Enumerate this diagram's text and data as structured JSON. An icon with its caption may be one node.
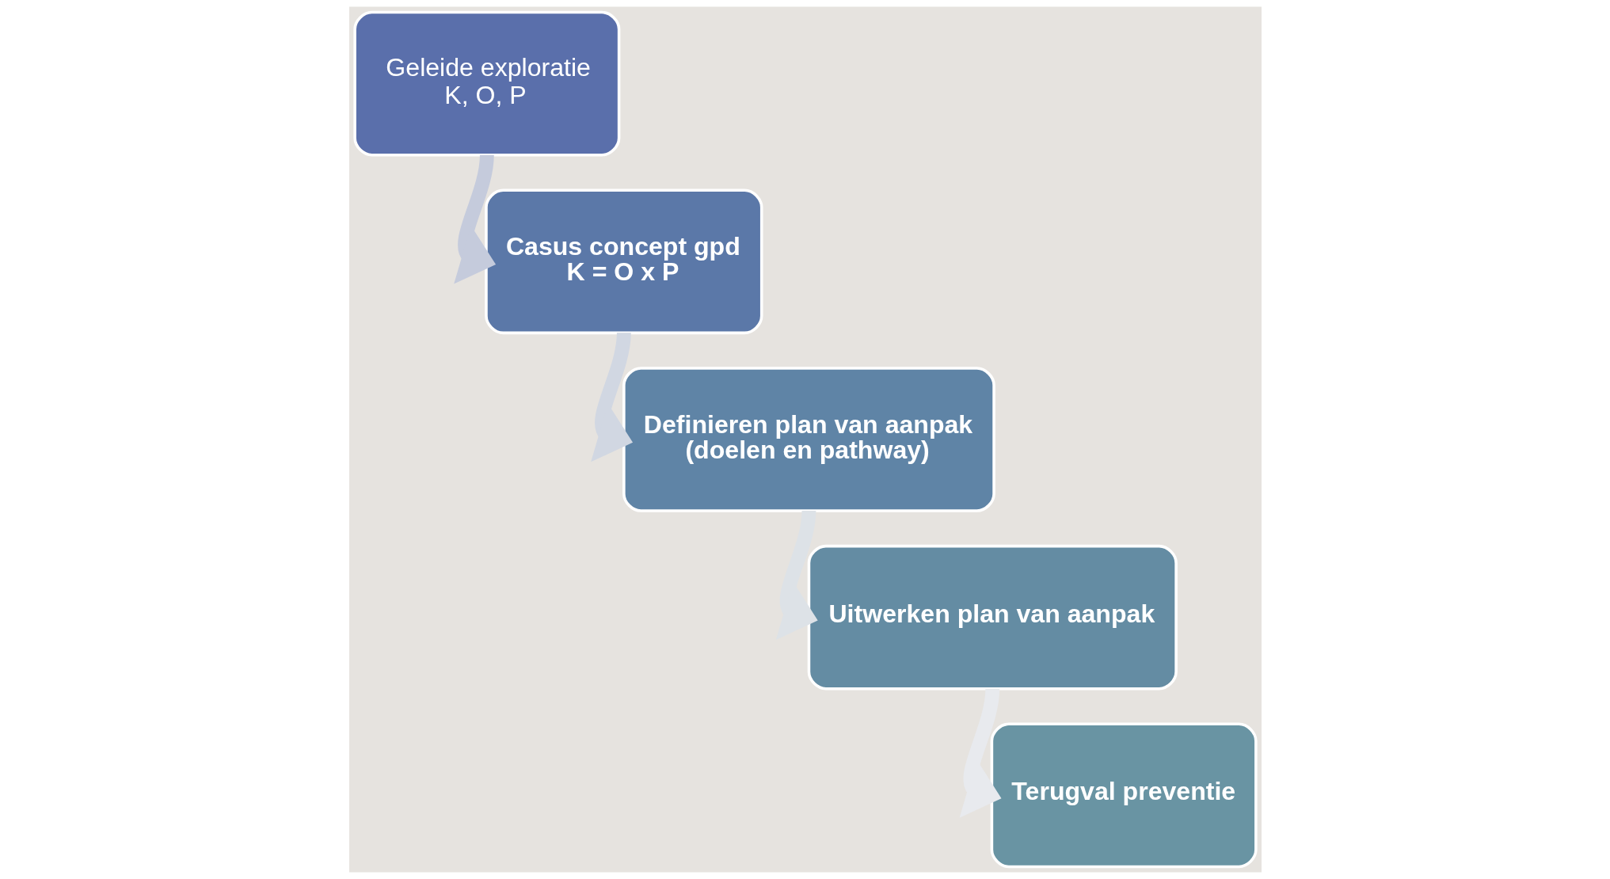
{
  "diagram": {
    "nodes": [
      {
        "text": [
          "Geleide exploratie",
          "K, O, P"
        ]
      },
      {
        "text": [
          "Casus concept gpd",
          "K = O x P"
        ]
      },
      {
        "text": [
          "Definieren plan van aanpak",
          "(doelen en pathway)"
        ]
      },
      {
        "text": [
          "Uitwerken plan van aanpak"
        ]
      },
      {
        "text": [
          "Terugval preventie"
        ]
      }
    ],
    "edges": [
      {
        "from": 0,
        "to": 1,
        "arrow": "to"
      },
      {
        "from": 1,
        "to": 2,
        "arrow": "to"
      },
      {
        "from": 2,
        "to": 3,
        "arrow": "to"
      },
      {
        "from": 3,
        "to": 4,
        "arrow": "to"
      }
    ]
  }
}
